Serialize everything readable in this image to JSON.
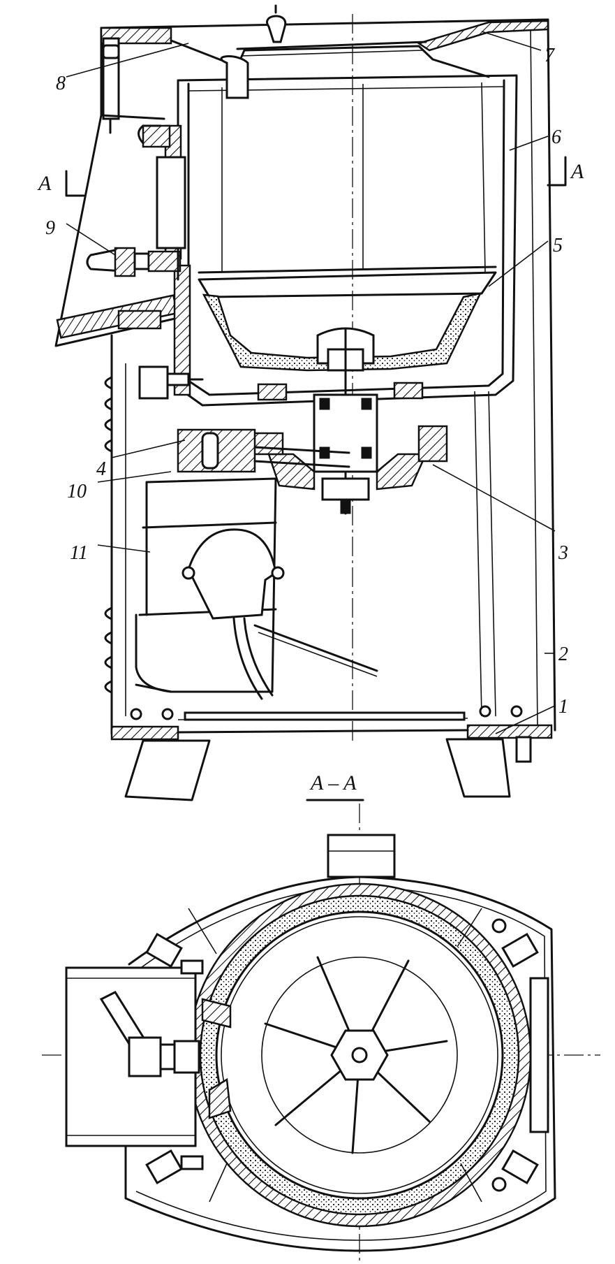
{
  "figure": {
    "top_view_title": "A – A",
    "callouts": [
      {
        "id": "1",
        "text": "1"
      },
      {
        "id": "2",
        "text": "2"
      },
      {
        "id": "3",
        "text": "3"
      },
      {
        "id": "4",
        "text": "4"
      },
      {
        "id": "5",
        "text": "5"
      },
      {
        "id": "6",
        "text": "6"
      },
      {
        "id": "7",
        "text": "7"
      },
      {
        "id": "8",
        "text": "8"
      },
      {
        "id": "9",
        "text": "9"
      },
      {
        "id": "10",
        "text": "10"
      },
      {
        "id": "11",
        "text": "11"
      }
    ],
    "section_marks": [
      {
        "id": "left",
        "text": "A"
      },
      {
        "id": "right",
        "text": "A"
      }
    ]
  }
}
